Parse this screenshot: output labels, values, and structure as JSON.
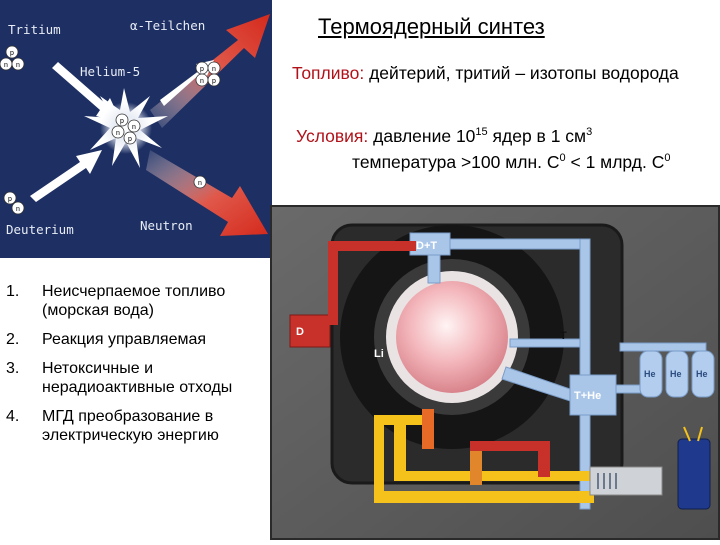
{
  "title": "Термоядерный синтез",
  "fuel": {
    "label": "Топливо:",
    "text": "дейтерий, тритий – изотопы водорода"
  },
  "conditions": {
    "label": "Условия:",
    "pressure_pre": "давление 10",
    "pressure_exp": "15",
    "pressure_post": " ядер в 1 см",
    "pressure_unit_exp": "3",
    "temperature_pre": "температура >100 млн. С",
    "temperature_exp1": "0",
    "temperature_mid": " < 1 млрд. С",
    "temperature_exp2": "0"
  },
  "advantages": [
    {
      "num": "1.",
      "text": "Неисчерпаемое топливо (морская вода)"
    },
    {
      "num": "2.",
      "text": "Реакция управляемая"
    },
    {
      "num": "3.",
      "text": "Нетоксичные и нерадиоактивные отходы"
    },
    {
      "num": "4.",
      "text": "МГД преобразование в электрическую энергию"
    }
  ],
  "fusion_diagram": {
    "tritium": "Tritium",
    "alpha": "α-Teilchen",
    "helium": "Helium-5",
    "deuterium": "Deuterium",
    "neutron": "Neutron",
    "proton_symbol": "p",
    "neutron_symbol": "n"
  },
  "reactor_labels": {
    "dt": "D+T",
    "d": "D",
    "t": "T",
    "li": "Li",
    "the": "T+He",
    "he": "He"
  },
  "colors": {
    "diagram_bg": "#1d2f63",
    "arrow_red": "#d42a1c",
    "pipe_blue": "#a9c6e8",
    "pipe_yellow": "#f5c21b",
    "pipe_red": "#c8302a",
    "accent_red": "#b0121a"
  }
}
